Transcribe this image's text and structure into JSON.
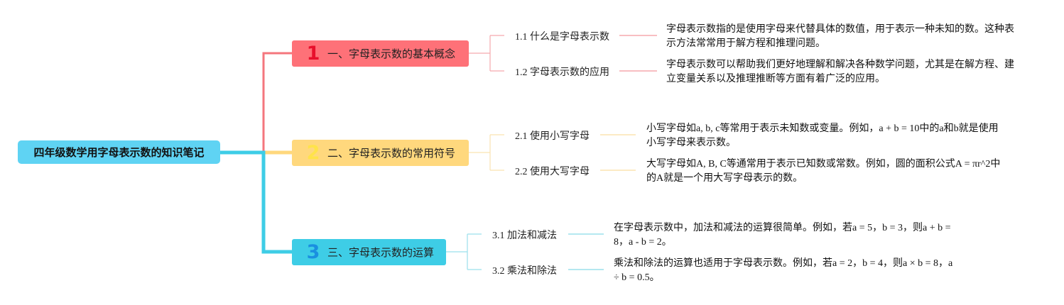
{
  "root": {
    "label": "四年级数学用字母表示数的知识笔记"
  },
  "branches": [
    {
      "number": "1",
      "label": "一、字母表示数的基本概念",
      "color": "#fe7178",
      "children": [
        {
          "label": "1.1 什么是字母表示数",
          "desc": "字母表示数指的是使用字母来代替具体的数值，用于表示一种未知的数。这种表示方法常常用于解方程和推理问题。"
        },
        {
          "label": "1.2 字母表示数的应用",
          "desc": "字母表示数可以帮助我们更好地理解和解决各种数学问题，尤其是在解方程、建立变量关系以及推理推断等方面有着广泛的应用。"
        }
      ]
    },
    {
      "number": "2",
      "label": "二、字母表示数的常用符号",
      "color": "#ffd87d",
      "children": [
        {
          "label": "2.1 使用小写字母",
          "desc": "小写字母如a, b, c等常用于表示未知数或变量。例如，a + b = 10中的a和b就是使用小写字母来表示数。"
        },
        {
          "label": "2.2 使用大写字母",
          "desc": "大写字母如A, B, C等通常用于表示已知数或常数。例如，圆的面积公式A = πr^2中的A就是一个用大写字母表示的数。"
        }
      ]
    },
    {
      "number": "3",
      "label": "三、字母表示数的运算",
      "color": "#3ecde6",
      "children": [
        {
          "label": "3.1 加法和减法",
          "desc": "在字母表示数中，加法和减法的运算很简单。例如，若a = 5，b = 3，则a + b = 8，a - b = 2。"
        },
        {
          "label": "3.2 乘法和除法",
          "desc": "乘法和除法的运算也适用于字母表示数。例如，若a = 2，b = 4，则a × b = 8，a ÷ b = 0.5。"
        }
      ]
    }
  ]
}
